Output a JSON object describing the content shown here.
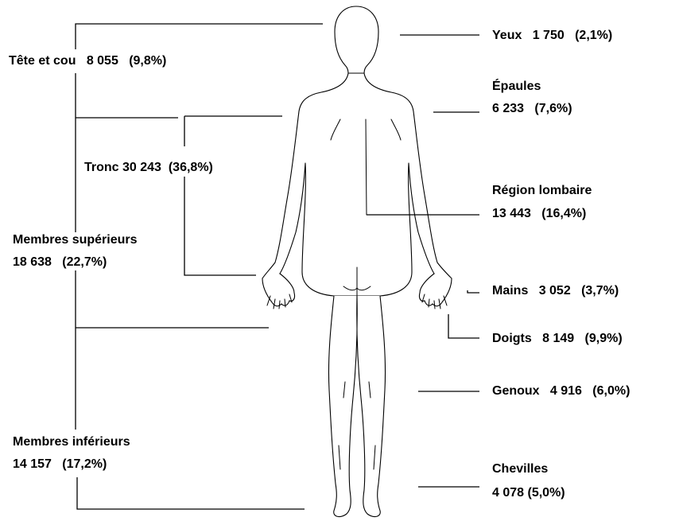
{
  "labels": {
    "tete_cou": {
      "name": "Tête et cou",
      "value": "8 055",
      "percent": "(9,8%)"
    },
    "tronc": {
      "name": "Tronc",
      "value": "30 243",
      "percent": "(36,8%)"
    },
    "membres_superieurs": {
      "name": "Membres supérieurs",
      "value": "18 638",
      "percent": "(22,7%)"
    },
    "membres_inferieurs": {
      "name": "Membres inférieurs",
      "value": "14 157",
      "percent": "(17,2%)"
    },
    "yeux": {
      "name": "Yeux",
      "value": "1 750",
      "percent": "(2,1%)"
    },
    "epaules": {
      "name": "Épaules",
      "value": "6 233",
      "percent": "(7,6%)"
    },
    "region_lombaire": {
      "name": "Région lombaire",
      "value": "13 443",
      "percent": "(16,4%)"
    },
    "mains": {
      "name": "Mains",
      "value": "3 052",
      "percent": "(3,7%)"
    },
    "doigts": {
      "name": "Doigts",
      "value": "8 149",
      "percent": "(9,9%)"
    },
    "genoux": {
      "name": "Genoux",
      "value": "4 916",
      "percent": "(6,0%)"
    },
    "chevilles": {
      "name": "Chevilles",
      "value": "4 078",
      "percent": "(5,0%)"
    }
  }
}
